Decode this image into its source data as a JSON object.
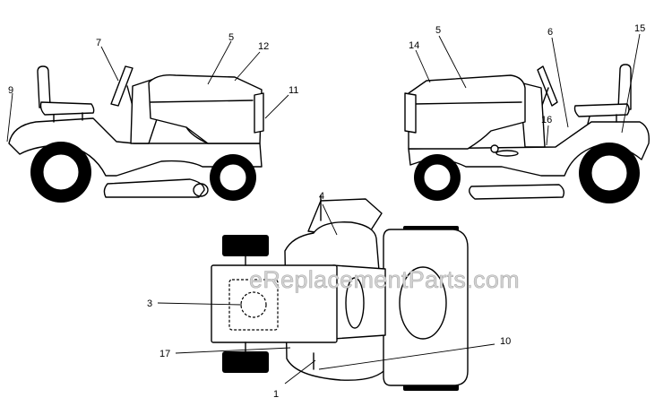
{
  "watermark": "eReplacementParts.com",
  "callouts": {
    "c1": "1",
    "c3": "3",
    "c4": "4",
    "c5_left": "5",
    "c5_right": "5",
    "c6": "6",
    "c7": "7",
    "c9": "9",
    "c10": "10",
    "c11": "11",
    "c12": "12",
    "c14": "14",
    "c15": "15",
    "c16": "16",
    "c17": "17"
  }
}
